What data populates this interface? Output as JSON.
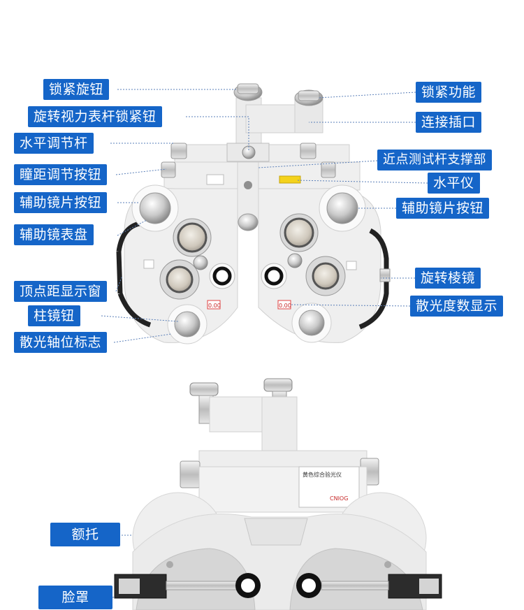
{
  "labels": {
    "lock_knob": "锁紧旋钮",
    "rotate_chart_rod_lock": "旋转视力表杆锁紧钮",
    "level_adjust_rod": "水平调节杆",
    "pd_adjust_button": "瞳距调节按钮",
    "aux_lens_button_left": "辅助镜片按钮",
    "aux_lens_dial": "辅助镜表盘",
    "vertex_window": "顶点距显示窗",
    "cyl_knob": "柱镜钮",
    "axis_mark": "散光轴位标志",
    "lock_function": "锁紧功能",
    "connect_socket": "连接插口",
    "near_rod_support": "近点测试杆支撑部",
    "level_meter": "水平仪",
    "aux_lens_button_right": "辅助镜片按钮",
    "rotary_prism": "旋转棱镜",
    "cyl_display": "散光度数显示",
    "forehead_rest": "额托",
    "face_shield": "脸罩"
  },
  "device": {
    "body_color": "#eeeeee",
    "accent_color": "#1565c8",
    "plate_text": "黄色综合验光仪",
    "small_red_left": "0.00",
    "small_red_right": "0.00",
    "brand": "CNIOG"
  }
}
